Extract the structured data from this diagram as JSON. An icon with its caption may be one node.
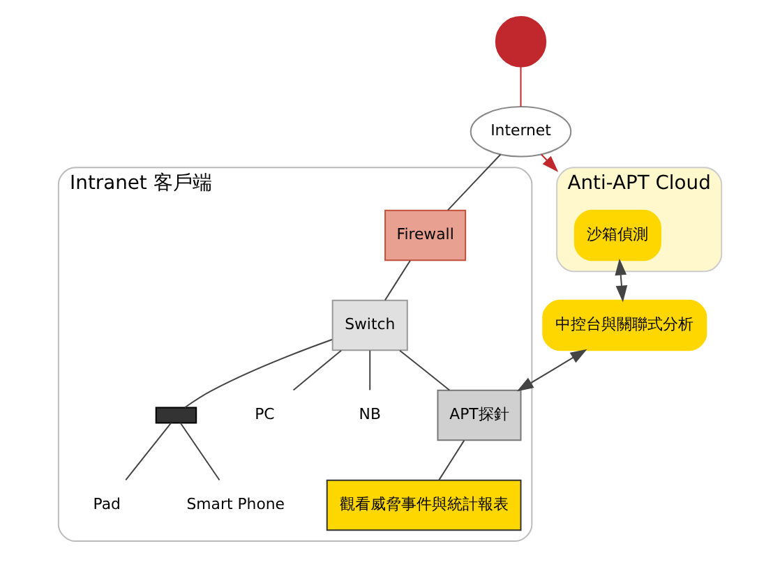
{
  "diagram": {
    "nodes": [
      {
        "text": [],
        "shape": "person"
      },
      {
        "text": [
          "Internet"
        ]
      },
      {
        "text": [
          "Anti-APT Cloud"
        ]
      },
      {
        "text": [
          "沙箱偵測"
        ],
        "in": 2
      },
      {
        "text": [
          "中控台與關聯式分析"
        ]
      },
      {
        "text": [
          "Intranet 客戶端"
        ]
      },
      {
        "text": [
          "Firewall"
        ],
        "in": 5
      },
      {
        "text": [
          "Switch"
        ],
        "in": 5
      },
      {
        "text": [
          "APT探針"
        ],
        "in": 5
      },
      {
        "text": [],
        "shape": "box",
        "in": 5
      },
      {
        "text": [
          "PC"
        ],
        "in": 5
      },
      {
        "text": [
          "NB"
        ],
        "in": 5
      },
      {
        "text": [
          "Pad"
        ],
        "in": 5
      },
      {
        "text": [
          "Smart Phone"
        ],
        "in": 5
      },
      {
        "text": [
          "觀看威脅事件與統計報表"
        ],
        "in": 5
      }
    ],
    "edges": [
      {
        "from": 0,
        "to": 1,
        "arrow": "none",
        "color": "#c0282d"
      },
      {
        "from": 1,
        "to": 2,
        "arrow": "to",
        "color": "#c0282d"
      },
      {
        "from": 1,
        "to": 6,
        "arrow": "none"
      },
      {
        "from": 6,
        "to": 7,
        "arrow": "none"
      },
      {
        "from": 3,
        "to": 4,
        "arrow": "both"
      },
      {
        "from": 4,
        "to": 8,
        "arrow": "both"
      },
      {
        "from": 7,
        "to": 8,
        "arrow": "none"
      },
      {
        "from": 8,
        "to": 14,
        "arrow": "none"
      },
      {
        "from": 7,
        "to": 10,
        "arrow": "none"
      },
      {
        "from": 7,
        "to": 11,
        "arrow": "none"
      },
      {
        "from": 7,
        "to": 9,
        "arrow": "none"
      },
      {
        "from": 9,
        "to": 12,
        "arrow": "none"
      },
      {
        "from": 9,
        "to": 13,
        "arrow": "none"
      }
    ]
  }
}
